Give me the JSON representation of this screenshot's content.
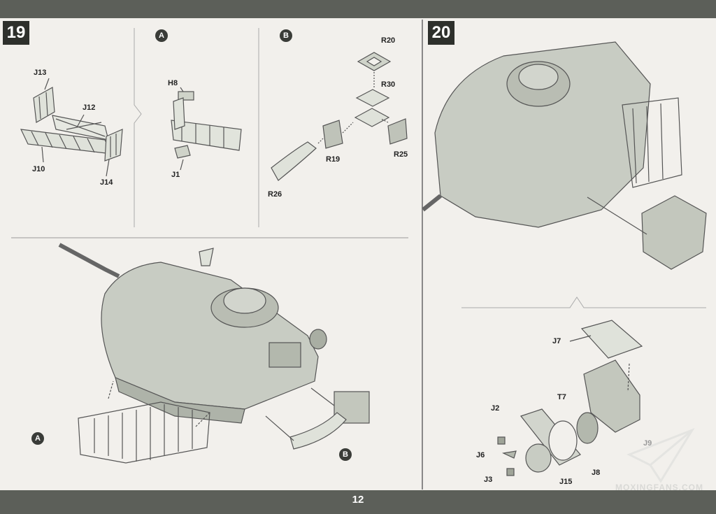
{
  "page_number": "12",
  "watermark": "MOXINGFANS.COM",
  "steps": [
    {
      "number": "19"
    },
    {
      "number": "20"
    }
  ],
  "subassemblies": {
    "a_top": "A",
    "b_top": "B",
    "a_bottom": "A",
    "b_bottom": "B"
  },
  "part_labels": {
    "j13": "J13",
    "j12": "J12",
    "j10": "J10",
    "j14": "J14",
    "h8": "H8",
    "j1": "J1",
    "r20": "R20",
    "r30": "R30",
    "r19": "R19",
    "r25": "R25",
    "r26": "R26",
    "j7": "J7",
    "j2": "J2",
    "t7": "T7",
    "j6": "J6",
    "j8": "J8",
    "j3": "J3",
    "j15": "J15",
    "j9": "J9"
  },
  "colors": {
    "bar": "#5c5f59",
    "paper": "#f2f0ec",
    "model": "#c5c9c0",
    "line": "#444"
  }
}
